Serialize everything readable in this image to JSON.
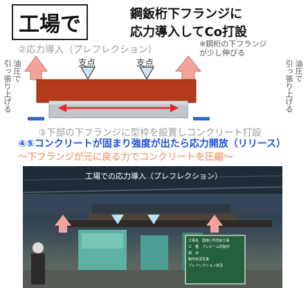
{
  "header": {
    "location_label": "工場で",
    "headline_line1": "鋼鈑桁下フランジに",
    "headline_line2": "応力導入してCo打設"
  },
  "diagram": {
    "step2": "②応力導入（プレフレクション）",
    "note_line1": "※鋼桁の下フランジ",
    "note_line2": "が少し伸びる",
    "left_jack_label_col1": "油圧で",
    "left_jack_label_col2": "引っ張り上げる",
    "right_jack_label_col1": "油圧で",
    "right_jack_label_col2": "引っ張り上げる",
    "support_left": "支点",
    "support_right": "支点",
    "colors": {
      "girder": "#b53a1a",
      "concrete_flange": "#bfc3c7",
      "tension_arrow": "#e52424",
      "lift_arrow": "#f4a39a",
      "support_triangle": "#cfe3f7",
      "blue_arrow": "#2a6ad0"
    }
  },
  "steps": {
    "step3": "③下部の下フランジに型枠を設置しコンクリート打設",
    "step45": "④⑤コンクリートが固まり強度が出たら応力開放（リリース）",
    "compress": "～下フランジが元に戻る力でコンクリートを圧縮～"
  },
  "photo": {
    "caption": "工場での応力導入（プレフレクション）",
    "board_line1": "工事名　国道○号改良工事",
    "board_line2": "工　種　プレビーム桁製作",
    "board_line3": "測　点",
    "board_line4": "製作状況写真",
    "board_line5": "プレフレクション状況"
  }
}
